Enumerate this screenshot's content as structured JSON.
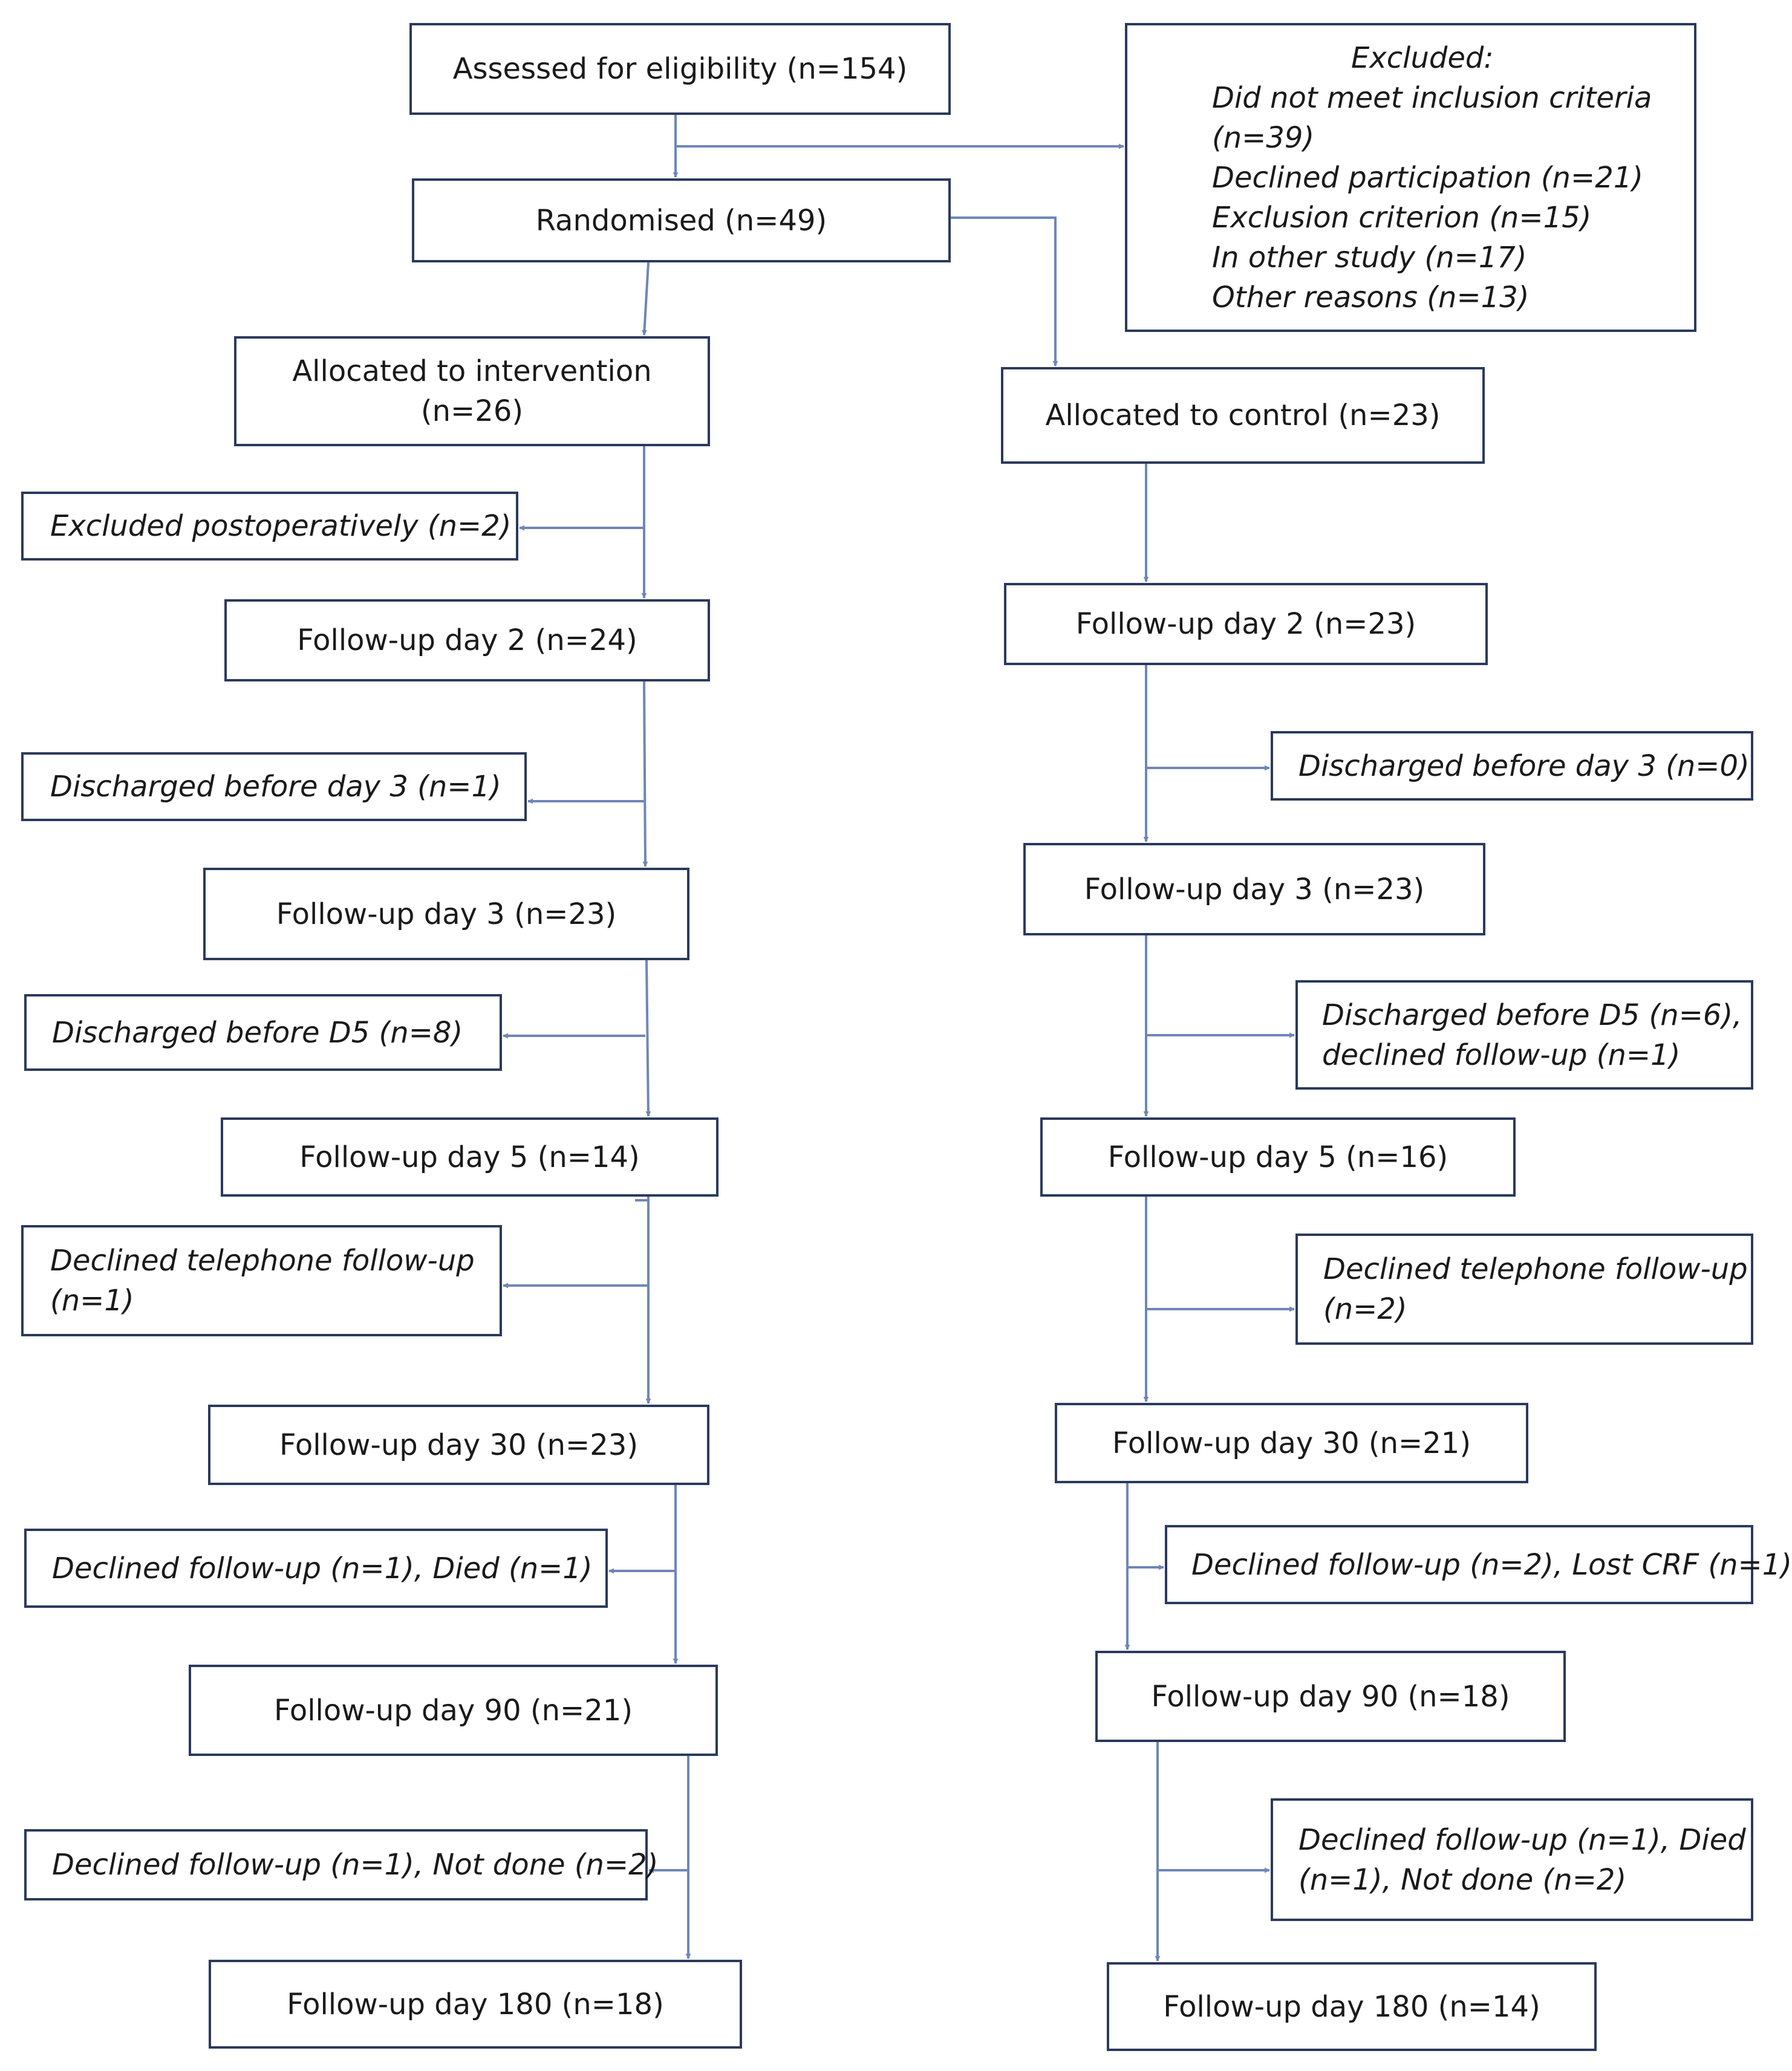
{
  "diagram": {
    "line_color": "#6f86b8",
    "box_border_color": "#2b3a5c",
    "top": {
      "assessed": "Assessed for eligibility (n=154)",
      "excluded": [
        "Excluded:",
        "Did not meet inclusion criteria",
        "(n=39)",
        "Declined participation (n=21)",
        "Exclusion criterion (n=15)",
        "In other study (n=17)",
        "Other reasons (n=13)"
      ],
      "randomised": "Randomised (n=49)"
    },
    "intervention": {
      "allocated": [
        "Allocated to intervention",
        "(n=26)"
      ],
      "excluded_postop": "Excluded postoperatively (n=2)",
      "fu_day2": "Follow-up day 2 (n=24)",
      "discharged_day3": "Discharged before day 3 (n=1)",
      "fu_day3": "Follow-up day 3 (n=23)",
      "discharged_d5": "Discharged before D5 (n=8)",
      "fu_day5": "Follow-up day 5 (n=14)",
      "declined_phone": [
        "Declined telephone follow-up",
        "(n=1)"
      ],
      "fu_day30": "Follow-up day 30 (n=23)",
      "loss_30_90": "Declined follow-up (n=1), Died (n=1)",
      "fu_day90": "Follow-up day 90 (n=21)",
      "loss_90_180": "Declined follow-up (n=1), Not done (n=2)",
      "fu_day180": "Follow-up day 180 (n=18)"
    },
    "control": {
      "allocated": "Allocated to control (n=23)",
      "fu_day2": "Follow-up day 2 (n=23)",
      "discharged_day3": "Discharged before day 3 (n=0)",
      "fu_day3": "Follow-up day 3 (n=23)",
      "discharged_d5": [
        "Discharged before D5 (n=6),",
        "declined follow-up (n=1)"
      ],
      "fu_day5": "Follow-up day 5 (n=16)",
      "declined_phone": [
        "Declined telephone follow-up",
        "(n=2)"
      ],
      "fu_day30": "Follow-up day 30 (n=21)",
      "loss_30_90": "Declined follow-up (n=2), Lost CRF (n=1)",
      "fu_day90": "Follow-up day 90 (n=18)",
      "loss_90_180": [
        "Declined follow-up (n=1), Died",
        "(n=1), Not done (n=2)"
      ],
      "fu_day180": "Follow-up day 180 (n=14)"
    }
  }
}
